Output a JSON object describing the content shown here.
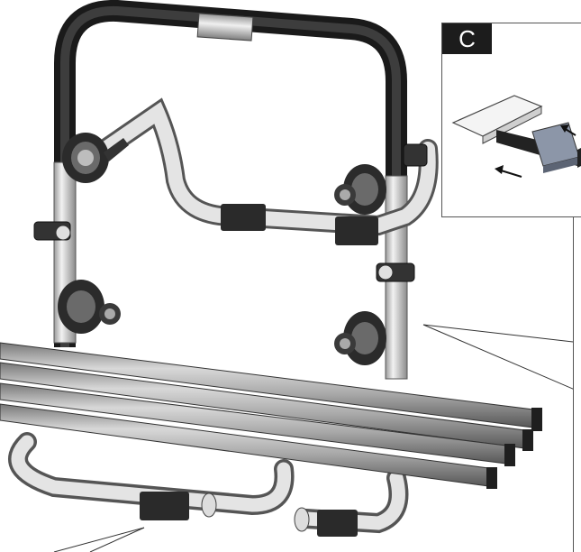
{
  "inset": {
    "label": "C",
    "caption_icons": [
      "strap-buckle-icon",
      "arrow-icon"
    ]
  },
  "figure": {
    "subject": "bicycle-carrier-rack",
    "parts": [
      "frame-arch",
      "tube-clamps",
      "strap-holders",
      "wheel-rails",
      "lower-frame",
      "foam-grips"
    ]
  }
}
